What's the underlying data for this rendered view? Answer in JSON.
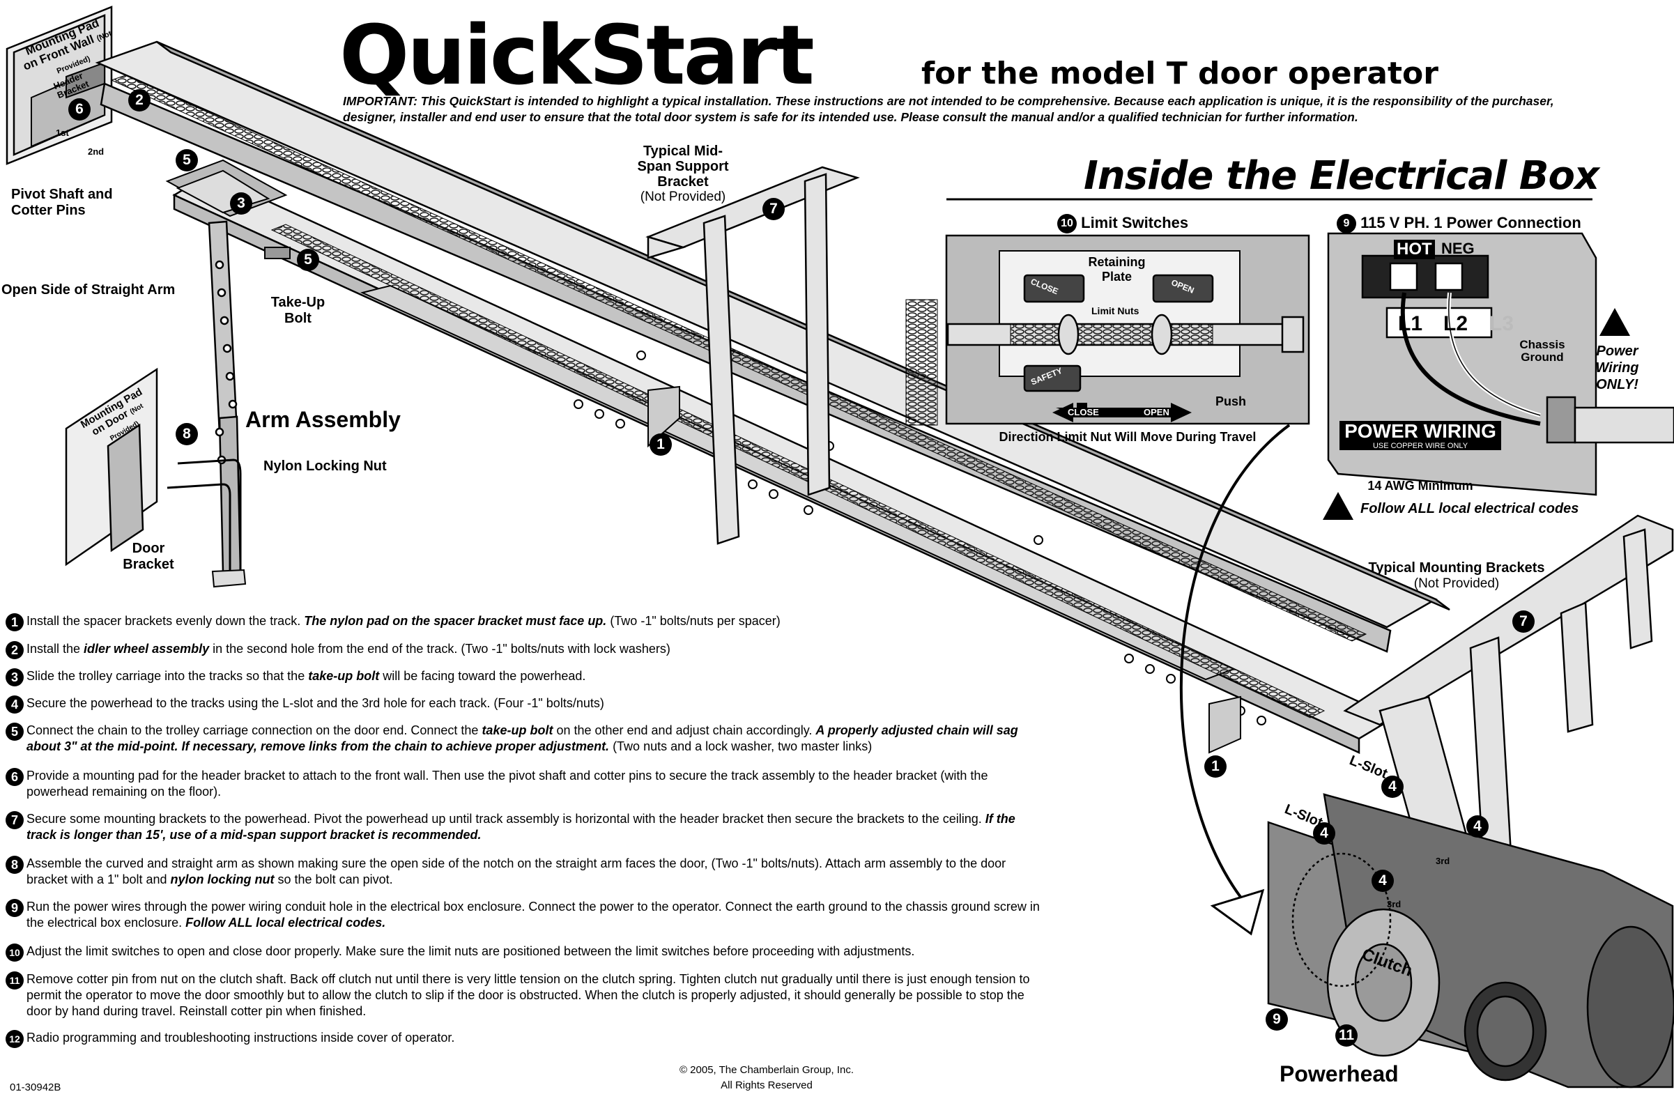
{
  "header": {
    "title": "QuickStart",
    "subtitle": "for the model T door operator",
    "important": "IMPORTANT:  This QuickStart is intended to highlight a typical installation. These instructions are not intended to be comprehensive. Because each application is unique, it is the responsibility of the purchaser, designer, installer and end user to ensure that the total door system is safe for its intended use. Please consult the manual and/or a qualified technician for further information."
  },
  "labels": {
    "mounting_pad_front": "Mounting Pad on Front Wall",
    "not_provided_small": "(Not Provided)",
    "header_bracket": "Header Bracket",
    "first": "1st",
    "second": "2nd",
    "pivot_shaft": "Pivot Shaft and Cotter Pins",
    "open_side": "Open Side of Straight Arm",
    "take_up_bolt": "Take-Up Bolt",
    "arm_assembly": "Arm Assembly",
    "mounting_pad_door": "Mounting Pad on Door",
    "not_provided_small2": "(Not Provided)",
    "nylon_nut": "Nylon Locking Nut",
    "door_bracket": "Door Bracket",
    "mid_span_title": "Typical Mid-Span Support Bracket",
    "mid_span_np": "(Not Provided)",
    "mounting_brackets_title": "Typical Mounting Brackets",
    "mounting_brackets_np": "(Not Provided)",
    "l_slot_a": "L-Slot",
    "l_slot_b": "L-Slot",
    "third_a": "3rd",
    "third_b": "3rd",
    "clutch": "Clutch",
    "powerhead": "Powerhead"
  },
  "electrical": {
    "heading": "Inside the Electrical Box",
    "limit": {
      "num": "10",
      "title": "Limit Switches",
      "retaining_plate": "Retaining Plate",
      "close_sw": "CLOSE",
      "open_sw": "OPEN",
      "safety_sw": "SAFETY",
      "limit_nuts": "Limit Nuts",
      "push": "Push",
      "close_arrow": "CLOSE",
      "open_arrow": "OPEN",
      "caption": "Direction Limit Nut Will Move During Travel"
    },
    "power": {
      "num": "9",
      "title": "115 V PH. 1 Power Connection",
      "hot": "HOT",
      "neg": "NEG",
      "l1": "L1",
      "l2": "L2",
      "l3": "L3",
      "chassis": "Chassis Ground",
      "power_wiring": "POWER WIRING",
      "copper": "USE COPPER WIRE ONLY",
      "awg": "14 AWG Minimum",
      "side_warning": "Power Wiring ONLY!",
      "codes": "Follow ALL local electrical codes"
    }
  },
  "callouts": [
    "1",
    "2",
    "3",
    "4",
    "5",
    "6",
    "7",
    "8",
    "9",
    "11"
  ],
  "steps": [
    {
      "num": "1",
      "parts": [
        {
          "t": "Install the spacer brackets evenly down the track. "
        },
        {
          "t": "The nylon pad on the spacer bracket must face up.",
          "b": true
        },
        {
          "t": " (Two -1\" bolts/nuts per spacer)"
        }
      ]
    },
    {
      "num": "2",
      "parts": [
        {
          "t": "Install the "
        },
        {
          "t": "idler wheel assembly",
          "b": true
        },
        {
          "t": " in the second hole from the end of the track. (Two -1\" bolts/nuts with lock washers)"
        }
      ]
    },
    {
      "num": "3",
      "parts": [
        {
          "t": "Slide the trolley carriage into the tracks so that the "
        },
        {
          "t": "take-up bolt",
          "b": true
        },
        {
          "t": " will be facing toward the powerhead."
        }
      ]
    },
    {
      "num": "4",
      "parts": [
        {
          "t": "Secure the powerhead to the tracks using the L-slot and the 3rd hole for each track. (Four -1\" bolts/nuts)"
        }
      ]
    },
    {
      "num": "5",
      "parts": [
        {
          "t": "Connect the chain to the trolley carriage connection on the door end. Connect the "
        },
        {
          "t": "take-up bolt",
          "b": true
        },
        {
          "t": " on the other end and adjust chain accordingly. "
        },
        {
          "t": "A properly adjusted chain will sag about 3\" at the mid-point. If necessary, remove links from the chain to achieve proper adjustment.",
          "b": true
        },
        {
          "t": " (Two nuts and a lock washer, two master links)"
        }
      ]
    },
    {
      "num": "6",
      "parts": [
        {
          "t": "Provide a mounting pad for the header bracket to attach to the front wall. Then use the pivot shaft and cotter pins to secure the track assembly to the header bracket (with the powerhead remaining on the floor)."
        }
      ]
    },
    {
      "num": "7",
      "parts": [
        {
          "t": "Secure some mounting brackets to the powerhead. Pivot the powerhead up until track assembly is horizontal with the header bracket then secure the brackets to the ceiling. "
        },
        {
          "t": "If the track is longer than 15', use of a mid-span support bracket is recommended.",
          "b": true
        }
      ]
    },
    {
      "num": "8",
      "parts": [
        {
          "t": "Assemble the curved and straight arm as shown making sure the open side of the notch on the straight arm faces the door, (Two -1\" bolts/nuts). Attach arm assembly to the door bracket with a 1\" bolt and "
        },
        {
          "t": "nylon locking nut",
          "b": true
        },
        {
          "t": " so the bolt can pivot."
        }
      ]
    },
    {
      "num": "9",
      "parts": [
        {
          "t": "Run the power wires through the power wiring conduit hole in the electrical box enclosure. Connect the power to the operator. Connect the earth ground to the chassis ground screw in the electrical box enclosure. "
        },
        {
          "t": "Follow ALL local electrical codes.",
          "b": true
        }
      ]
    },
    {
      "num": "10",
      "parts": [
        {
          "t": "Adjust the limit switches to open and close door properly. Make sure the limit nuts are positioned between the limit switches before proceeding with adjustments."
        }
      ]
    },
    {
      "num": "11",
      "parts": [
        {
          "t": "Remove cotter pin from nut on the clutch shaft. Back off clutch nut until there is very little tension on the clutch spring. Tighten clutch nut gradually until there is just enough tension to permit the operator to move the door smoothly but to allow the clutch to slip if the door is obstructed.  When the clutch is properly adjusted, it should generally be possible to stop the door by hand during travel. Reinstall cotter pin when finished."
        }
      ]
    },
    {
      "num": "12",
      "parts": [
        {
          "t": "Radio programming and troubleshooting instructions inside cover of operator."
        }
      ]
    }
  ],
  "footer": {
    "doc_no": "01-30942B",
    "copyright": "© 2005, The Chamberlain Group, Inc.",
    "rights": "All Rights Reserved"
  }
}
